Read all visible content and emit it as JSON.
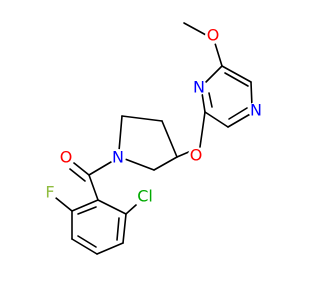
{
  "molecule": {
    "atoms": {
      "methoxy_oxygen": "O",
      "pyrazine_n1": "N",
      "pyrazine_n4": "N",
      "ether_oxygen": "O",
      "pyrrolidine_nitrogen": "N",
      "carbonyl_oxygen": "O",
      "fluorine": "F",
      "chlorine": "Cl"
    }
  },
  "colors": {
    "bond": "#000000",
    "oxygen": "#ff0000",
    "nitrogen": "#0000ff",
    "fluorine": "#8fbc3f",
    "chlorine": "#00aa00"
  }
}
